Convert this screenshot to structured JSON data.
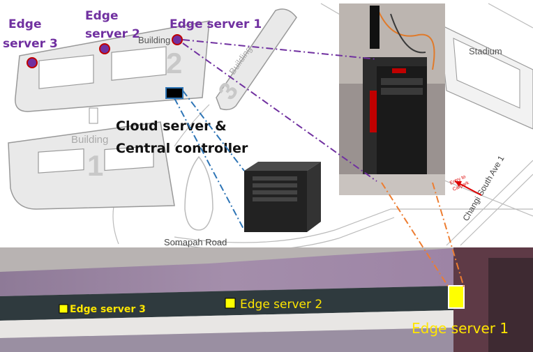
{
  "map": {
    "building_word": "Building",
    "building_1_number": "1",
    "building_2_number": "2",
    "building_3_number": "3",
    "stadium": "Stadium",
    "somapah_road": "Somapah Road",
    "changi_road": "Changi South Ave 1",
    "entry_line1": "Entry to",
    "entry_line2": "Carpark"
  },
  "labels": {
    "edge_server_3_line1": "Edge",
    "edge_server_3_line2": "server 3",
    "edge_server_2_line1": "Edge",
    "edge_server_2_line2": "server 2",
    "edge_server_1": "Edge server 1",
    "cloud_line1": "Cloud server &",
    "cloud_line2": "Central controller"
  },
  "photo_labels": {
    "edge_server_3": "Edge server 3",
    "edge_server_2": "Edge server 2",
    "edge_server_1": "Edge server 1"
  },
  "colors": {
    "purple": "#7030a0",
    "blue_link": "#2e75b6",
    "orange_link": "#ed7d31",
    "marker_yellow": "#ffff00"
  }
}
